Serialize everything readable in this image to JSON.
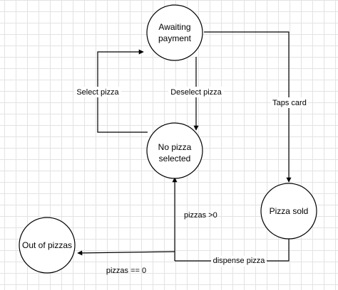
{
  "diagram": {
    "states": [
      {
        "id": "awaiting",
        "lines": [
          "Awaiting",
          "payment"
        ]
      },
      {
        "id": "no_pizza",
        "lines": [
          "No pizza",
          "selected"
        ]
      },
      {
        "id": "pizza_sold",
        "lines": [
          "Pizza sold"
        ]
      },
      {
        "id": "out_of_pizzas",
        "lines": [
          "Out of pizzas"
        ]
      }
    ],
    "transitions": [
      {
        "id": "select",
        "label": "Select pizza"
      },
      {
        "id": "deselect",
        "label": "Deselect pizza"
      },
      {
        "id": "taps_card",
        "label": "Taps card"
      },
      {
        "id": "dispense",
        "label": "dispense pizza"
      },
      {
        "id": "pizzas_gt",
        "label": "pizzas >0"
      },
      {
        "id": "pizzas_eq",
        "label": "pizzas == 0"
      }
    ]
  }
}
